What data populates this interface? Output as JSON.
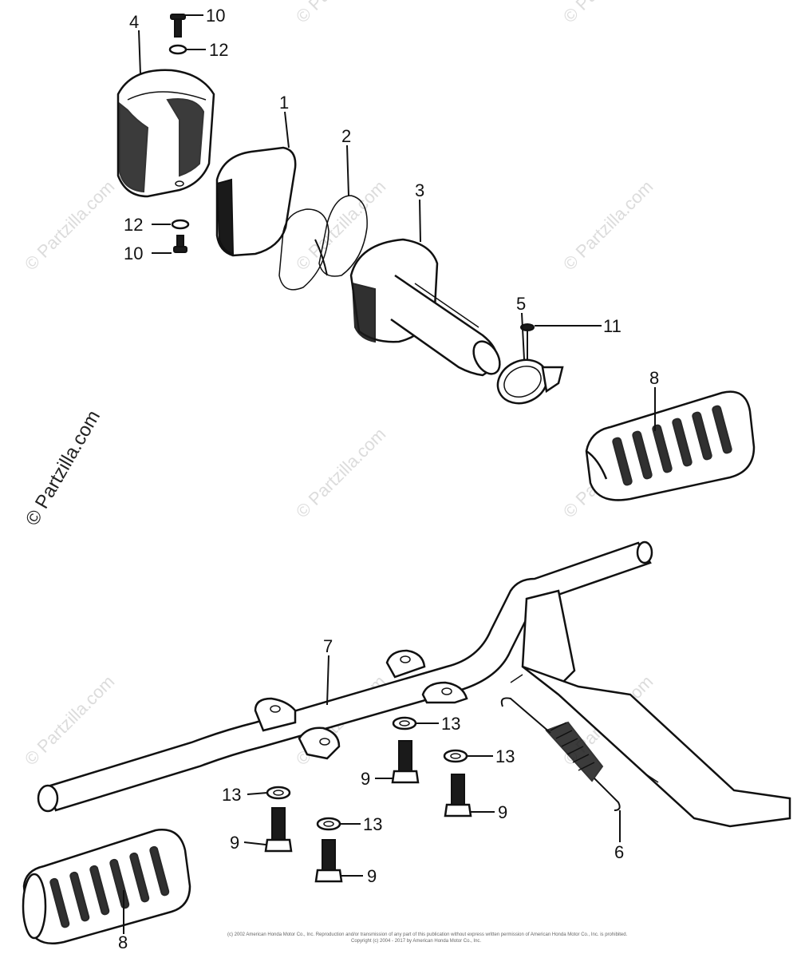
{
  "watermark": "© Partzilla.com",
  "callouts": {
    "c1": "1",
    "c2": "2",
    "c3": "3",
    "c4": "4",
    "c5": "5",
    "c6": "6",
    "c7": "7",
    "c8a": "8",
    "c8b": "8",
    "c9a": "9",
    "c9b": "9",
    "c9c": "9",
    "c9d": "9",
    "c10a": "10",
    "c10b": "10",
    "c11": "11",
    "c12a": "12",
    "c12b": "12",
    "c13a": "13",
    "c13b": "13",
    "c13c": "13",
    "c13d": "13"
  },
  "footer": {
    "line1": "(c) 2002 American Honda Motor Co., Inc. Reproduction and/or transmission of any part of this publication without express written permission of American Honda Motor Co., Inc. is prohibited.",
    "line2": "Copyright (c) 2004 - 2017 by American Honda Motor Co., Inc."
  },
  "colors": {
    "ink": "#111111",
    "watermark": "#dcdcdc",
    "paper": "#ffffff"
  }
}
